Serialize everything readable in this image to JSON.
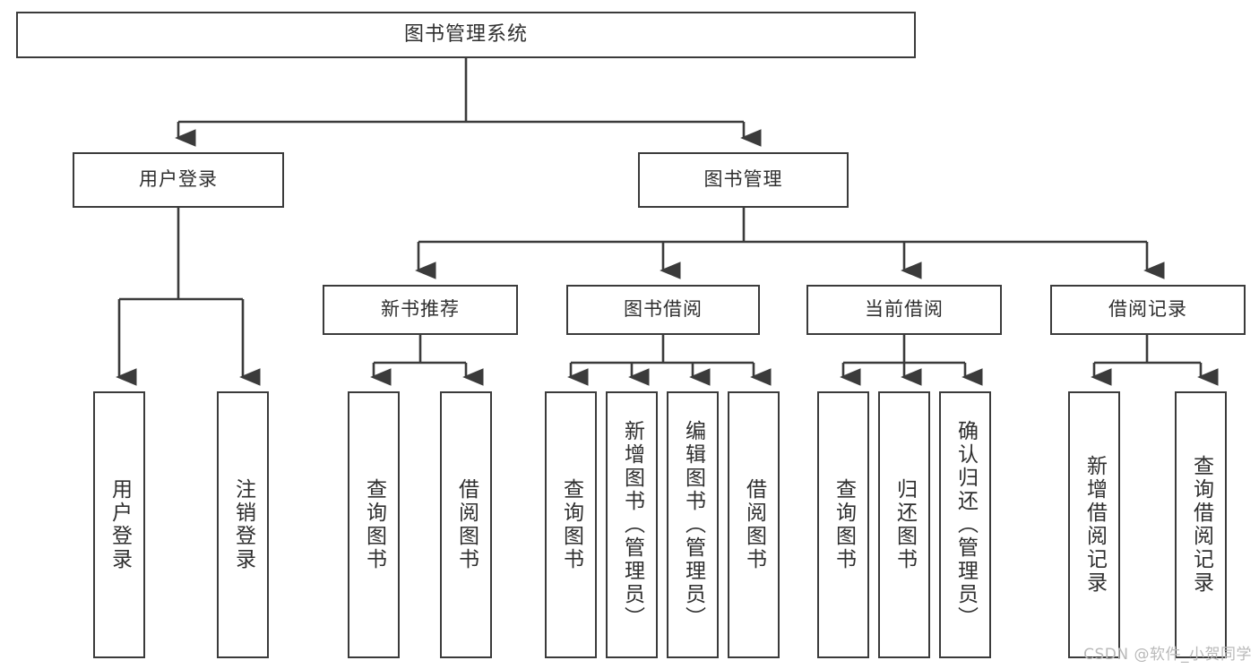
{
  "diagram": {
    "title": "图书管理系统",
    "type": "tree-structure-chart",
    "watermark": "CSDN @软件_小贺同学",
    "colors": {
      "background": "#ffffff",
      "box_border": "#3b3b3b",
      "text": "#2f2f2f",
      "connector": "#3b3b3b",
      "watermark": "#b9b9b9"
    }
  },
  "nodes": {
    "root": {
      "label": "图书管理系统"
    },
    "level2": [
      {
        "id": "user-login",
        "label": "用户登录"
      },
      {
        "id": "book-manage",
        "label": "图书管理"
      }
    ],
    "level3": [
      {
        "id": "new-book-recommend",
        "label": "新书推荐"
      },
      {
        "id": "book-borrow",
        "label": "图书借阅"
      },
      {
        "id": "current-borrow",
        "label": "当前借阅"
      },
      {
        "id": "borrow-record",
        "label": "借阅记录"
      }
    ],
    "leaves": {
      "user-login": [
        {
          "id": "leaf-user-login",
          "label": "用户登录"
        },
        {
          "id": "leaf-user-logout",
          "label": "注销登录"
        }
      ],
      "new-book-recommend": [
        {
          "id": "leaf-query-book-1",
          "label": "查询图书"
        },
        {
          "id": "leaf-borrow-book-1",
          "label": "借阅图书"
        }
      ],
      "book-borrow": [
        {
          "id": "leaf-query-book-2",
          "label": "查询图书"
        },
        {
          "id": "leaf-add-book",
          "label": "新增图书（管理员）"
        },
        {
          "id": "leaf-edit-book",
          "label": "编辑图书（管理员）"
        },
        {
          "id": "leaf-borrow-book-2",
          "label": "借阅图书"
        }
      ],
      "current-borrow": [
        {
          "id": "leaf-query-book-3",
          "label": "查询图书"
        },
        {
          "id": "leaf-return-book",
          "label": "归还图书"
        },
        {
          "id": "leaf-confirm-return",
          "label": "确认归还（管理员）"
        }
      ],
      "borrow-record": [
        {
          "id": "leaf-add-record",
          "label": "新增借阅记录"
        },
        {
          "id": "leaf-query-record",
          "label": "查询借阅记录"
        }
      ]
    }
  }
}
